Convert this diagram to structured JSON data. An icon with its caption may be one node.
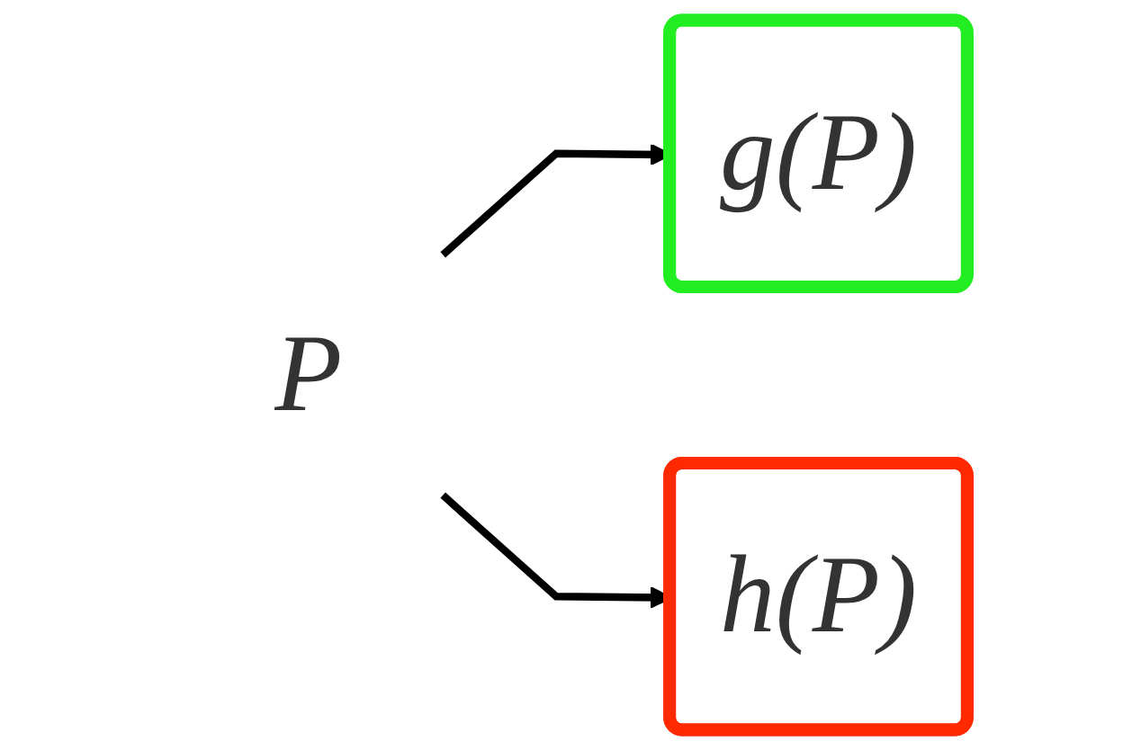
{
  "diagram": {
    "nodes": [
      {
        "text": [
          "P"
        ]
      },
      {
        "text": [
          "g(P)"
        ]
      },
      {
        "text": [
          "h(P)"
        ]
      }
    ],
    "edges": [
      {
        "from": 0,
        "to": 1,
        "arrow": "to"
      },
      {
        "from": 0,
        "to": 2,
        "arrow": "to"
      }
    ]
  }
}
